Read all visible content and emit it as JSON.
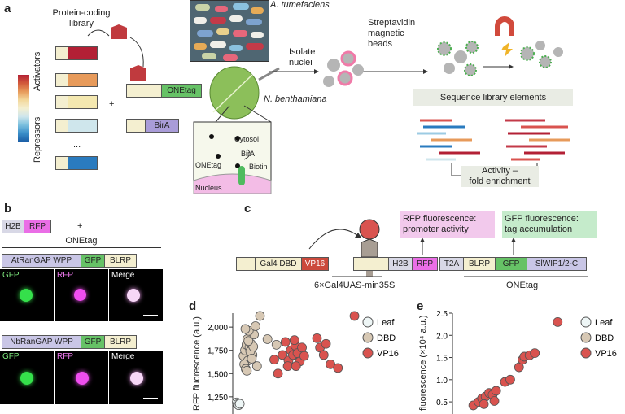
{
  "panels": {
    "a": "a",
    "b": "b",
    "c": "c",
    "d": "d",
    "e": "e"
  },
  "panel_a": {
    "library_label": "Protein-coding\nlibrary",
    "activators": "Activators",
    "repressors": "Repressors",
    "plus": "+",
    "dots": "...",
    "onetag": "ONEtag",
    "bira": "BirA",
    "organism_top": "A. tumefaciens",
    "organism_leaf": "N. benthamiana",
    "isolate": "Isolate\nnuclei",
    "beads": "Streptavidin\nmagnetic\nbeads",
    "sequence": "Sequence library elements",
    "activity": "Activity –\nfold enrichment",
    "cytosol": "Cytosol",
    "birA_inset": "BirA",
    "biotin": "Biotin",
    "onetag_inset": "ONEtag",
    "nucleus": "Nucleus"
  },
  "panel_b": {
    "h2b": "H2B",
    "rfp": "RFP",
    "plus": "+",
    "onetag": "ONEtag",
    "construct1": "AtRanGAP WPP",
    "construct2": "NbRanGAP WPP",
    "gfp": "GFP",
    "blrp": "BLRP",
    "img_gfp": "GFP",
    "img_rfp": "RFP",
    "img_merge": "Merge"
  },
  "panel_c": {
    "gal4": "Gal4 DBD",
    "vp16": "VP16",
    "rfp_box": "RFP fluorescence:\npromoter activity",
    "gfp_box": "GFP fluorescence:\ntag accumulation",
    "h2b": "H2B",
    "rfp": "RFP",
    "t2a": "T2A",
    "blrp": "BLRP",
    "gfp": "GFP",
    "slwip": "SlWIP1/2-C",
    "promoter": "6×Gal4UAS-min35S",
    "onetag": "ONEtag"
  },
  "chart_data": [
    {
      "type": "scatter",
      "panel": "d",
      "ylabel": "RFP fluorescence (a.u.)",
      "yticks": [
        "2,000",
        "1,750",
        "1,500",
        "1,250"
      ],
      "ylim": [
        1100,
        2150
      ],
      "series": [
        {
          "name": "Leaf",
          "color": "#eef6f6",
          "points": [
            [
              0.1,
              1190
            ],
            [
              0.2,
              1170
            ],
            [
              0.35,
              1160
            ],
            [
              0.5,
              1175
            ]
          ]
        },
        {
          "name": "DBD",
          "color": "#d7c8b4",
          "points": [
            [
              1.0,
              1690
            ],
            [
              1.2,
              1750
            ],
            [
              1.4,
              1810
            ],
            [
              1.6,
              1640
            ],
            [
              1.8,
              1780
            ],
            [
              2.0,
              1820
            ],
            [
              2.2,
              1700
            ],
            [
              2.4,
              1920
            ],
            [
              1.1,
              1600
            ],
            [
              1.3,
              1550
            ],
            [
              1.5,
              1870
            ],
            [
              1.7,
              1960
            ],
            [
              1.9,
              1740
            ],
            [
              2.1,
              1660
            ],
            [
              2.3,
              1790
            ],
            [
              1.25,
              1980
            ],
            [
              1.45,
              1530
            ],
            [
              1.65,
              1850
            ],
            [
              2.6,
              2010
            ],
            [
              3.2,
              2120
            ],
            [
              4.2,
              1870
            ],
            [
              5.4,
              1810
            ],
            [
              2.8,
              1580
            ]
          ]
        },
        {
          "name": "VP16",
          "color": "#d9534f",
          "points": [
            [
              5.1,
              1650
            ],
            [
              5.6,
              1500
            ],
            [
              6.2,
              1700
            ],
            [
              6.6,
              1840
            ],
            [
              7.0,
              1640
            ],
            [
              7.3,
              1750
            ],
            [
              7.6,
              1700
            ],
            [
              7.9,
              1800
            ],
            [
              8.2,
              1720
            ],
            [
              8.5,
              1630
            ],
            [
              8.8,
              1780
            ],
            [
              9.1,
              1690
            ],
            [
              6.9,
              1580
            ],
            [
              7.8,
              1860
            ],
            [
              10.8,
              1880
            ],
            [
              11.2,
              1780
            ],
            [
              11.7,
              1700
            ],
            [
              12.0,
              1820
            ],
            [
              12.6,
              1600
            ],
            [
              13.6,
              1560
            ],
            [
              15.8,
              2120
            ],
            [
              8.0,
              1580
            ]
          ]
        }
      ],
      "legend": [
        "Leaf",
        "DBD",
        "VP16"
      ],
      "legend_position": "top-right"
    },
    {
      "type": "scatter",
      "panel": "e",
      "ylabel": "fluorescence (×10⁴ a.u.)",
      "yticks": [
        "2.5",
        "2.0",
        "1.5",
        "1.0",
        "0.5"
      ],
      "ylim": [
        0.3,
        2.5
      ],
      "series": [
        {
          "name": "VP16",
          "color": "#d9534f",
          "points": [
            [
              1.0,
              0.42
            ],
            [
              1.3,
              0.5
            ],
            [
              1.5,
              0.58
            ],
            [
              1.7,
              0.62
            ],
            [
              1.9,
              0.7
            ],
            [
              2.1,
              0.66
            ],
            [
              2.3,
              0.75
            ],
            [
              2.2,
              0.52
            ],
            [
              1.6,
              0.45
            ],
            [
              2.8,
              0.95
            ],
            [
              3.1,
              1.0
            ],
            [
              3.6,
              1.28
            ],
            [
              3.8,
              1.45
            ],
            [
              3.9,
              1.52
            ],
            [
              4.2,
              1.55
            ],
            [
              4.5,
              1.6
            ],
            [
              5.8,
              2.3
            ]
          ]
        }
      ],
      "legend": [
        "Leaf",
        "DBD",
        "VP16"
      ],
      "legend_position": "top-right"
    }
  ],
  "colors": {
    "leaf": "#eef6f6",
    "dbd": "#d7c8b4",
    "vp16": "#d9534f",
    "onetag_green": "#66c266",
    "bira_purple": "#a99cd8",
    "rfp_pink": "#ea6ee6",
    "vp16_box": "#cc4a3c"
  }
}
